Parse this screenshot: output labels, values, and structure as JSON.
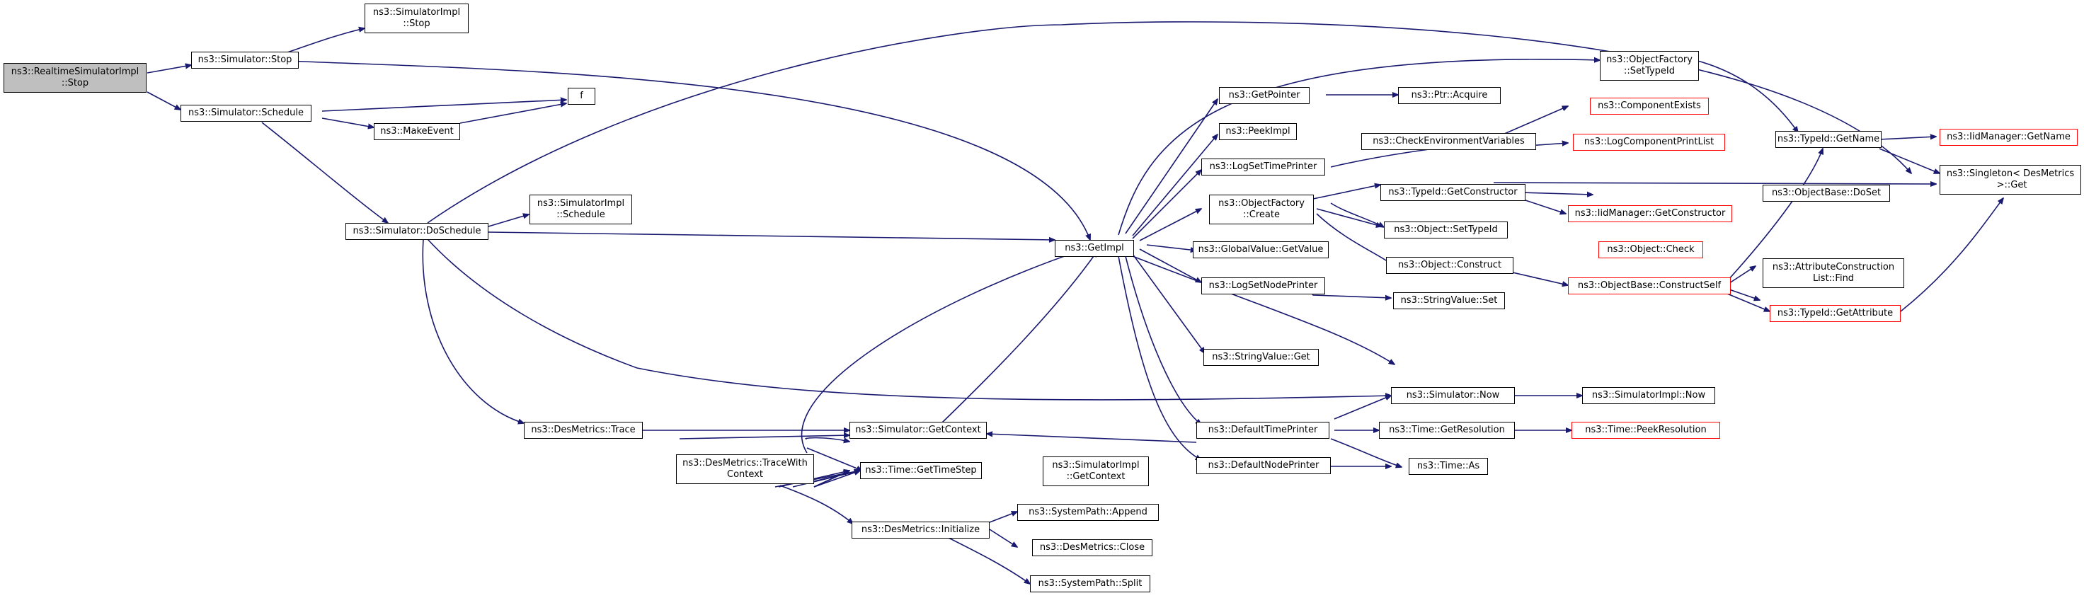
{
  "colors": {
    "edge": "#191970",
    "border": "#000000",
    "border_truncated": "#ff0000",
    "root_fill": "#bfbfbf"
  },
  "nodes": {
    "root": "ns3::RealtimeSimulatorImpl\n::Stop",
    "sim_stop": "ns3::Simulator::Stop",
    "simimpl_stop": "ns3::SimulatorImpl\n::Stop",
    "sim_schedule": "ns3::Simulator::Schedule",
    "f": "f",
    "make_event": "ns3::MakeEvent",
    "sim_doschedule": "ns3::Simulator::DoSchedule",
    "simimpl_schedule": "ns3::SimulatorImpl\n::Schedule",
    "desmetrics_trace": "ns3::DesMetrics::Trace",
    "desmetrics_tracewith": "ns3::DesMetrics::TraceWith\nContext",
    "sim_getcontext": "ns3::Simulator::GetContext",
    "simimpl_getcontext": "ns3::SimulatorImpl\n::GetContext",
    "time_gettimestep": "ns3::Time::GetTimeStep",
    "desmetrics_initialize": "ns3::DesMetrics::Initialize",
    "systempath_append": "ns3::SystemPath::Append",
    "desmetrics_close": "ns3::DesMetrics::Close",
    "systempath_split": "ns3::SystemPath::Split",
    "getimpl": "ns3::GetImpl",
    "getpointer": "ns3::GetPointer",
    "peekimpl": "ns3::PeekImpl",
    "logsettimeprinter": "ns3::LogSetTimePrinter",
    "objectfactory_create": "ns3::ObjectFactory\n::Create",
    "globalvalue_getvalue": "ns3::GlobalValue::GetValue",
    "logsetnodeprinter": "ns3::LogSetNodePrinter",
    "stringvalue_get": "ns3::StringValue::Get",
    "defaulttimeprinter": "ns3::DefaultTimePrinter",
    "defaultnodeprinter": "ns3::DefaultNodePrinter",
    "ptr_acquire": "ns3::Ptr::Acquire",
    "checkenv": "ns3::CheckEnvironmentVariables",
    "typeid_getconstructor": "ns3::TypeId::GetConstructor",
    "object_settypeid": "ns3::Object::SetTypeId",
    "object_construct": "ns3::Object::Construct",
    "stringvalue_set": "ns3::StringValue::Set",
    "sim_now": "ns3::Simulator::Now",
    "time_getresolution": "ns3::Time::GetResolution",
    "time_as": "ns3::Time::As",
    "objectfactory_settypeid": "ns3::ObjectFactory\n::SetTypeId",
    "componentexists": "ns3::ComponentExists",
    "logcomponentprintlist": "ns3::LogComponentPrintList",
    "iidmanager_getconstructor": "ns3::IidManager::GetConstructor",
    "object_check": "ns3::Object::Check",
    "objectbase_constructself": "ns3::ObjectBase::ConstructSelf",
    "simimpl_now": "ns3::SimulatorImpl::Now",
    "time_peekresolution": "ns3::Time::PeekResolution",
    "typeid_getname": "ns3::TypeId::GetName",
    "objectbase_doset": "ns3::ObjectBase::DoSet",
    "attrconstructionlist_find": "ns3::AttributeConstruction\nList::Find",
    "typeid_getattribute": "ns3::TypeId::GetAttribute",
    "iidmanager_getname": "ns3::IidManager::GetName",
    "singleton_get": "ns3::Singleton< DesMetrics\n >::Get"
  }
}
